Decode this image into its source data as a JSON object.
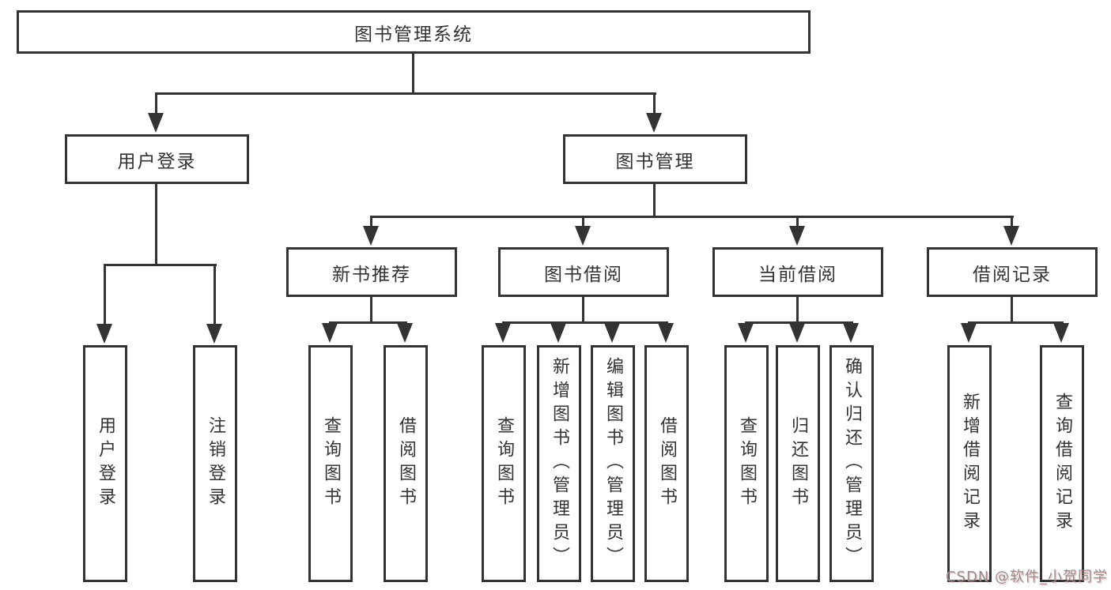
{
  "diagram": {
    "root": {
      "label": "图书管理系统"
    },
    "level2": {
      "user_login": {
        "label": "用户登录"
      },
      "book_mgmt": {
        "label": "图书管理"
      }
    },
    "level3": {
      "new_books": {
        "label": "新书推荐"
      },
      "book_borrow": {
        "label": "图书借阅"
      },
      "current_borrow": {
        "label": "当前借阅"
      },
      "borrow_records": {
        "label": "借阅记录"
      }
    },
    "leaves": {
      "user_login": "用户登录",
      "logout": "注销登录",
      "nb_query_books": "查询图书",
      "nb_borrow_books": "借阅图书",
      "bb_query_books": "查询图书",
      "bb_add_books": "新增图书（管理员）",
      "bb_edit_books": "编辑图书（管理员）",
      "bb_borrow_books": "借阅图书",
      "cb_query_books": "查询图书",
      "cb_return_books": "归还图书",
      "cb_confirm_return": "确认归还（管理员）",
      "br_add_record": "新增借阅记录",
      "br_query_record": "查询借阅记录"
    }
  },
  "watermark": {
    "text": "CSDN @软件_小贺同学"
  },
  "colors": {
    "line": "#333333",
    "text": "#333333",
    "box_background": "#ffffff",
    "watermark": "#8e8e8e",
    "background": "#ffffff"
  }
}
